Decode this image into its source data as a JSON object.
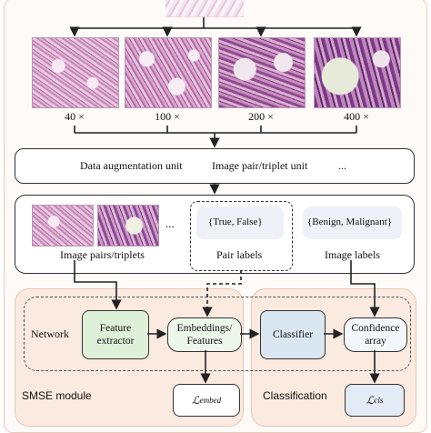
{
  "magnifications": [
    "40 ×",
    "100 ×",
    "200 ×",
    "400 ×"
  ],
  "units_row": {
    "augmentation": "Data augmentation unit",
    "pair_triplet": "Image pair/triplet unit",
    "more": "..."
  },
  "unit_box": {
    "pairs_ellipsis": "...",
    "pairs_caption": "Image pairs/triplets",
    "pair_labels_value": "{True, False}",
    "pair_labels_caption": "Pair labels",
    "image_labels_value": "{Benign, Malignant}",
    "image_labels_caption": "Image labels"
  },
  "network": {
    "label": "Network",
    "feature_extractor": "Feature extractor",
    "embeddings": "Embeddings/ Features",
    "classifier": "Classifier",
    "confidence": "Confidence array"
  },
  "modules": {
    "smse": "SMSE module",
    "classification": "Classification"
  },
  "losses": {
    "embed_symbol": "ℒ",
    "embed_sub": "embed",
    "cls_symbol": "ℒ",
    "cls_sub": "cls"
  },
  "colors": {
    "region_fill": "#fbeae0",
    "feature_extractor_fill": "#dff0d9",
    "classifier_fill": "#dbe6f3"
  }
}
